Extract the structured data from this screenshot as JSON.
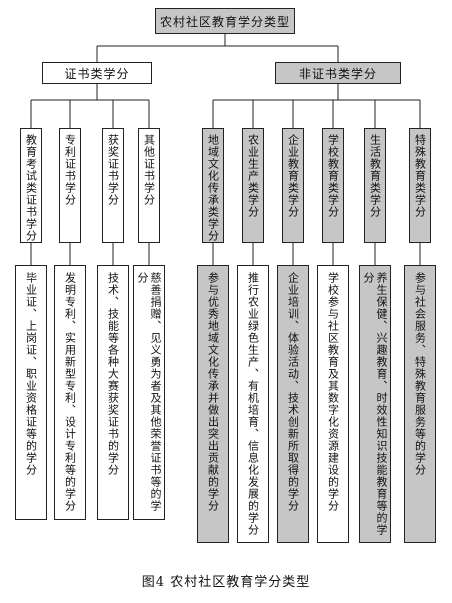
{
  "diagram": {
    "root": "农村社区教育学分类型",
    "groups": [
      {
        "label": "证书类学分",
        "children": [
          {
            "label": "教育考试类证书学分",
            "detail": "毕业证、上岗证、职业资格证等的学分"
          },
          {
            "label": "专利证书学分",
            "detail": "发明专利、实用新型专利、设计专利等的学分"
          },
          {
            "label": "获奖证书学分",
            "detail": "技术、技能等各种大赛获奖证书的学分"
          },
          {
            "label": "其他证书学分",
            "detail": "慈善捐赠、见义勇为者及其他荣誉证书等的学分"
          }
        ]
      },
      {
        "label": "非证书类学分",
        "children": [
          {
            "label": "地域文化传承类学分",
            "detail": "参与优秀地域文化传承并做出突出贡献的学分"
          },
          {
            "label": "农业生产类学分",
            "detail": "推行农业绿色生产、有机培育、信息化发展的学分"
          },
          {
            "label": "企业教育类学分",
            "detail": "企业培训、体验活动、技术创新所取得的学分"
          },
          {
            "label": "学校教育类学分",
            "detail": "学校参与社区教育及其数字化资源建设的学分"
          },
          {
            "label": "生活教育类学分",
            "detail": "养生保健、兴趣教育、时效性知识技能教育等的学分"
          },
          {
            "label": "特殊教育类学分",
            "detail": "参与社会服务、特殊教育服务等的学分"
          }
        ]
      }
    ],
    "caption": "图4 农村社区教育学分类型"
  }
}
